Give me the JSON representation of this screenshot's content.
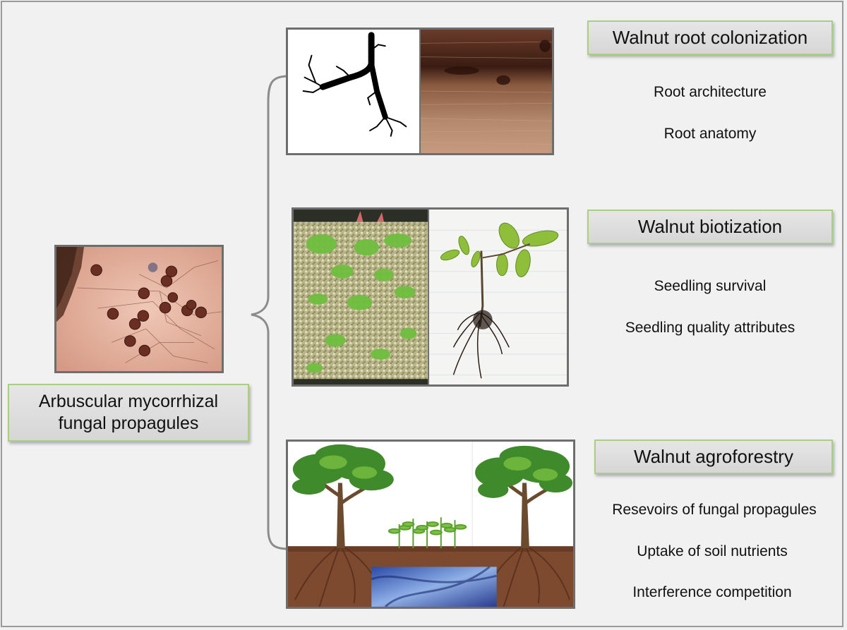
{
  "source": {
    "label": "Arbuscular mycorrhizal\nfungal propagules"
  },
  "branches": [
    {
      "title": "Walnut root colonization",
      "items": [
        "Root architecture",
        "Root anatomy"
      ]
    },
    {
      "title": "Walnut biotization",
      "items": [
        "Seedling survival",
        "Seedling quality attributes"
      ]
    },
    {
      "title": "Walnut agroforestry",
      "items": [
        "Resevoirs of fungal propagules",
        "Uptake of soil nutrients",
        "Interference competition"
      ]
    }
  ],
  "colors": {
    "label_border": "#a9cf84",
    "label_fill": "#dcdcdc",
    "bracket": "#8c8c8c",
    "photo_border": "#6e6e6e"
  }
}
